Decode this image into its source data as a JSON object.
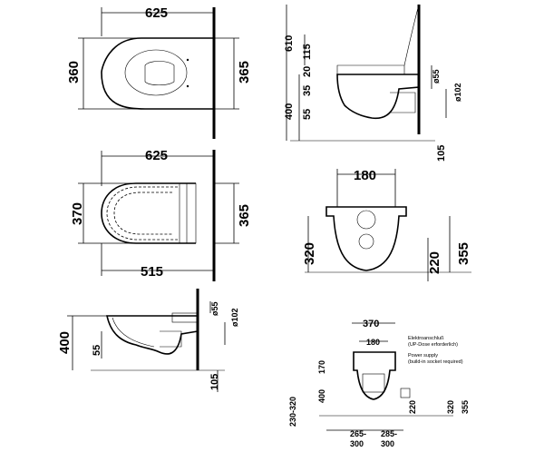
{
  "top_view": {
    "width": "625",
    "depth_left": "360",
    "depth_right": "365"
  },
  "seat_view": {
    "width": "625",
    "depth_left": "370",
    "depth_right": "365",
    "bottom": "515"
  },
  "side_view": {
    "height": "400",
    "bowl": "55",
    "pipe_small": "ø55",
    "pipe_big": "ø102",
    "floor": "105"
  },
  "side_upper": {
    "h610": "610",
    "h115": "115",
    "h20": "20",
    "h35": "35",
    "h400": "400",
    "h55": "55",
    "pipe_small": "ø55",
    "pipe_big": "ø102",
    "floor": "105"
  },
  "front_view": {
    "width": "180",
    "h320": "320",
    "h220": "220",
    "h355": "355"
  },
  "install": {
    "w370": "370",
    "w180": "180",
    "h170": "170",
    "h400": "400",
    "h230": "230-320",
    "h220": "220",
    "h320": "320",
    "h355": "355",
    "w265": "265-",
    "w265b": "300",
    "w285": "285-",
    "w285b": "300",
    "note1_de": "Elektroanschluß",
    "note1_de2": "(UP-Dose erforderlich)",
    "note2_en": "Power supply",
    "note2_en2": "(build-in socket required)"
  }
}
